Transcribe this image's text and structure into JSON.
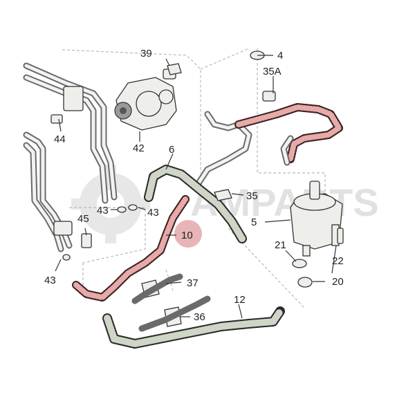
{
  "watermark": {
    "text": "AMPARTS"
  },
  "callouts": {
    "c4": "4",
    "c35a": "35A",
    "c39": "39",
    "c42": "42",
    "c44": "44",
    "c6": "6",
    "c35": "35",
    "c5": "5",
    "c43a": "43",
    "c43b": "43",
    "c43c": "43",
    "c45": "45",
    "c10": "10",
    "c21": "21",
    "c22": "22",
    "c20": "20",
    "c37": "37",
    "c12": "12",
    "c36": "36"
  },
  "colors": {
    "highlight_hose": "#e8aaa8",
    "highlight_marker": "#e7b5b5",
    "grey_hose": "#cfd6c7"
  }
}
